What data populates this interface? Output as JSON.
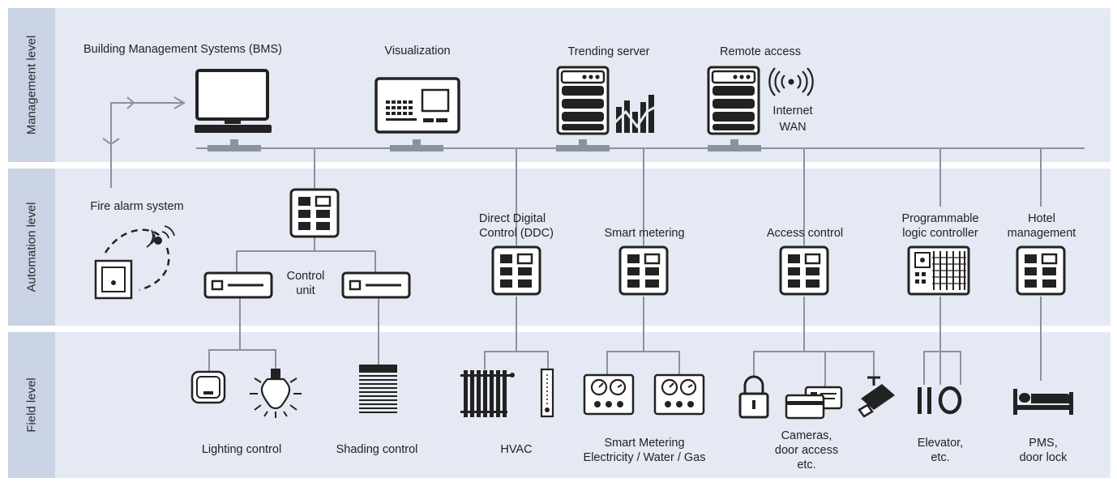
{
  "levels": {
    "management": "Management level",
    "automation": "Automation level",
    "field": "Field level"
  },
  "management": {
    "bms": "Building Management Systems (BMS)",
    "visualization": "Visualization",
    "trending": "Trending server",
    "remote": "Remote access",
    "internet": "Internet",
    "wan": "WAN"
  },
  "automation": {
    "fire": "Fire alarm system",
    "control_unit_1": "Control",
    "control_unit_2": "unit",
    "ddc_1": "Direct Digital",
    "ddc_2": "Control (DDC)",
    "smart_metering": "Smart metering",
    "access": "Access control",
    "plc_1": "Programmable",
    "plc_2": "logic controller",
    "hotel_1": "Hotel",
    "hotel_2": "management"
  },
  "field": {
    "lighting": "Lighting control",
    "shading": "Shading control",
    "hvac": "HVAC",
    "meter_1": "Smart Metering",
    "meter_2": "Electricity / Water / Gas",
    "cam_1": "Cameras,",
    "cam_2": "door access",
    "cam_3": "etc.",
    "elev_1": "Elevator,",
    "elev_2": "etc.",
    "pms_1": "PMS,",
    "pms_2": "door lock"
  },
  "colors": {
    "band": "#e4e9f3",
    "band_label": "#c9d3e3",
    "line": "#8a929e",
    "icon": "#222222"
  }
}
